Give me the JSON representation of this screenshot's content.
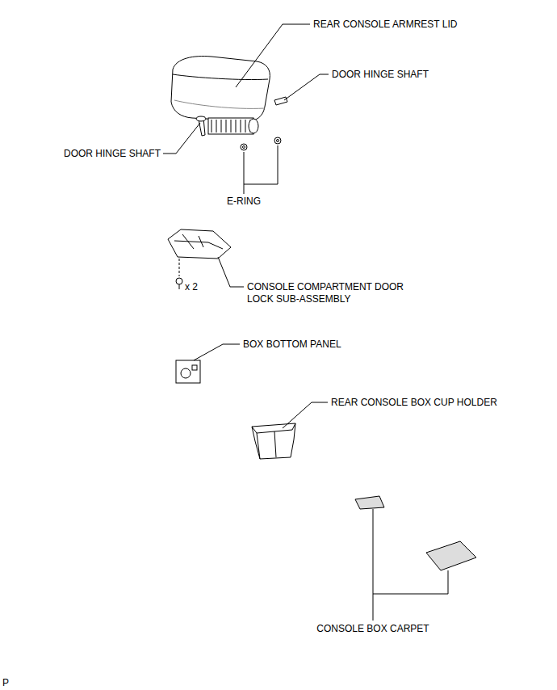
{
  "diagram": {
    "labels": [
      "REAR CONSOLE ARMREST LID",
      "DOOR HINGE SHAFT",
      "DOOR HINGE SHAFT",
      "E-RING",
      "x 2",
      "CONSOLE COMPARTMENT DOOR LOCK SUB-ASSEMBLY",
      "BOX BOTTOM PANEL",
      "REAR CONSOLE BOX CUP HOLDER",
      "CONSOLE BOX CARPET",
      "P"
    ]
  }
}
